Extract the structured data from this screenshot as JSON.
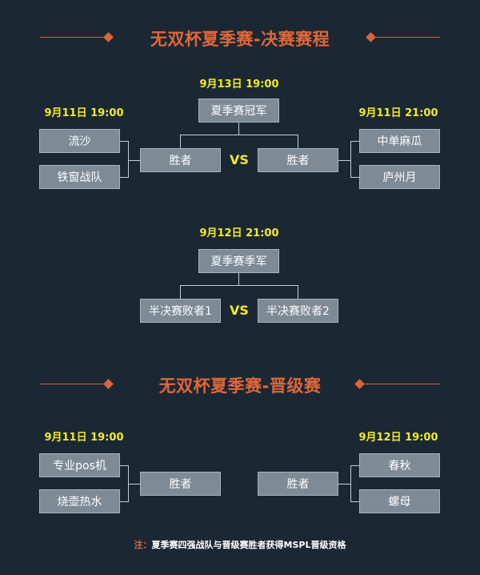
{
  "final_section": {
    "title": "无双杯夏季赛-决赛赛程",
    "champion_match": {
      "time": "9月13日 19:00",
      "title": "夏季赛冠军",
      "left_slot": "胜者",
      "right_slot": "胜者",
      "vs": "VS"
    },
    "semi_left": {
      "time": "9月11日 19:00",
      "teams": [
        "流沙",
        "铁窗战队"
      ]
    },
    "semi_right": {
      "time": "9月11日 21:00",
      "teams": [
        "中单麻瓜",
        "庐州月"
      ]
    },
    "third_place_match": {
      "time": "9月12日 21:00",
      "title": "夏季赛季军",
      "left_slot": "半决赛败者1",
      "right_slot": "半决赛败者2",
      "vs": "VS"
    }
  },
  "promotion_section": {
    "title": "无双杯夏季赛-晋级赛",
    "left_match": {
      "time": "9月11日 19:00",
      "teams": [
        "专业pos机",
        "烧壶热水"
      ],
      "winner": "胜者"
    },
    "right_match": {
      "time": "9月12日 19:00",
      "teams": [
        "春秋",
        "螺母"
      ],
      "winner": "胜者"
    }
  },
  "note": {
    "label": "注：",
    "text": "夏季赛四强战队与晋级赛胜者获得MSPL晋级资格"
  }
}
